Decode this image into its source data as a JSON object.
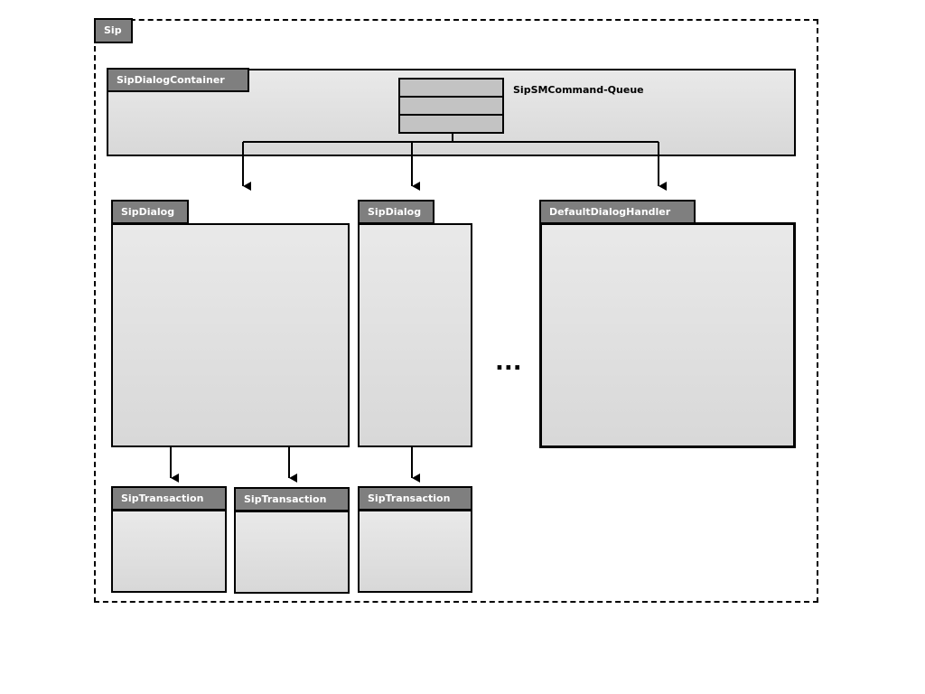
{
  "sip": {
    "label": "Sip"
  },
  "container": {
    "label": "SipDialogContainer",
    "queue_label": "SipSMCommand-Queue"
  },
  "dialogs": [
    {
      "label": "SipDialog"
    },
    {
      "label": "SipDialog"
    }
  ],
  "default_handler": {
    "label": "DefaultDialogHandler"
  },
  "ellipsis": "...",
  "transactions": [
    {
      "label": "SipTransaction"
    },
    {
      "label": "SipTransaction"
    },
    {
      "label": "SipTransaction"
    }
  ]
}
